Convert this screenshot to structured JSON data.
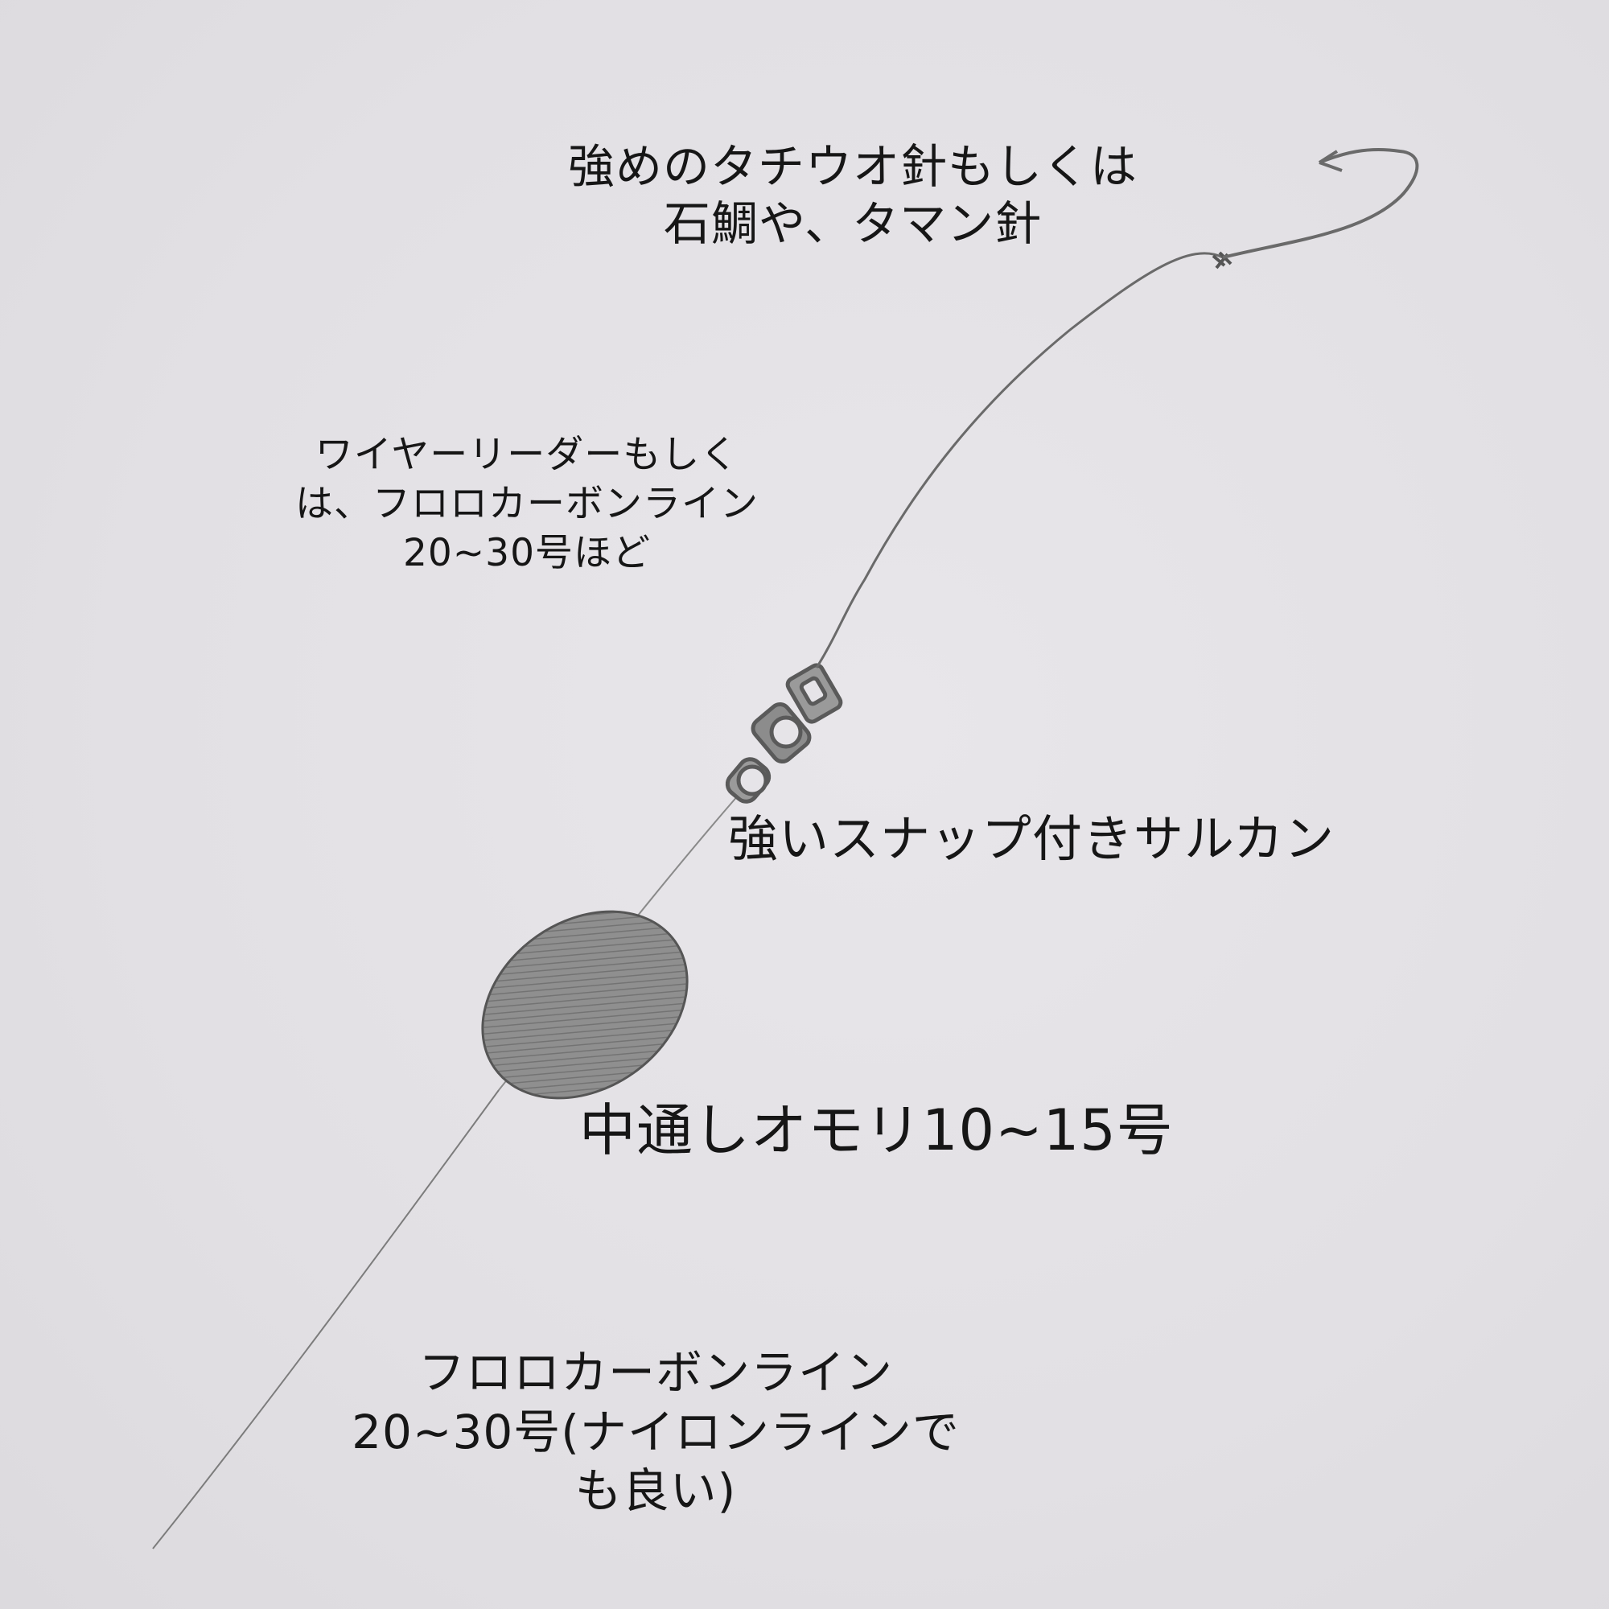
{
  "diagram": {
    "colors": {
      "background": "#e4e2e6",
      "pencil": "#6a6a6a",
      "text": "#161616"
    },
    "labels": {
      "hook": {
        "lines": [
          "強めのタチウオ針もしくは",
          "石鯛や、タマン針"
        ]
      },
      "leader": {
        "lines": [
          "ワイヤーリーダーもしく",
          "は、フロロカーボンライン",
          "20~30号ほど"
        ]
      },
      "swivel": {
        "lines": [
          "強いスナップ付きサルカン"
        ]
      },
      "sinker": {
        "lines": [
          "中通しオモリ10~15号"
        ]
      },
      "main_line": {
        "lines": [
          "フロロカーボンライン",
          "20~30号(ナイロンラインで",
          "も良い)"
        ]
      }
    }
  }
}
